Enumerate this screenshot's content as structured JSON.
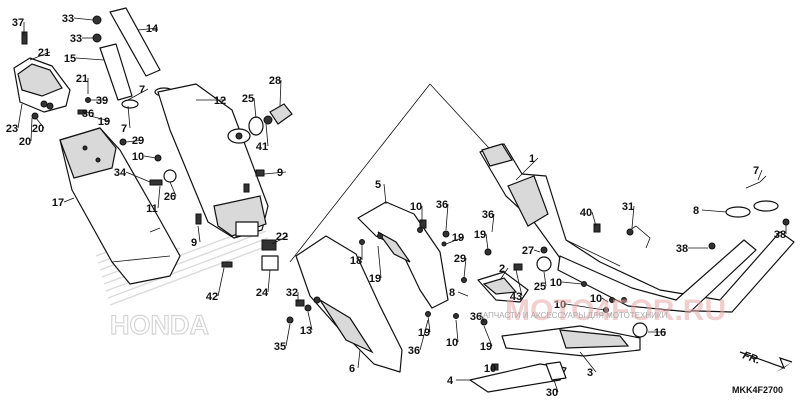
{
  "diagram": {
    "code": "MKK4F2700",
    "watermark": "MOTO4FOR.RU",
    "watermark_sub": "ЗАПЧАСТИ И АКСЕССУАРЫ ДЛЯ МОТОТЕХНИКИ",
    "brand_mark": "HONDA",
    "front_label": "FR.",
    "callouts": [
      "1",
      "2",
      "3",
      "4",
      "5",
      "6",
      "7",
      "8",
      "9",
      "10",
      "11",
      "12",
      "13",
      "14",
      "15",
      "16",
      "17",
      "18",
      "19",
      "20",
      "21",
      "22",
      "23",
      "24",
      "25",
      "26",
      "27",
      "28",
      "29",
      "30",
      "31",
      "32",
      "33",
      "34",
      "35",
      "36",
      "37",
      "38",
      "39",
      "40",
      "41",
      "42",
      "43"
    ]
  }
}
